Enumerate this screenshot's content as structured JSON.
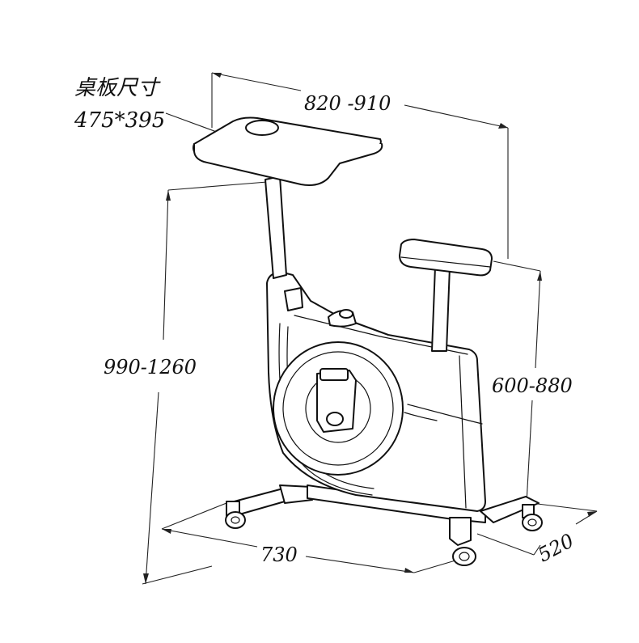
{
  "annotations": {
    "tabletop_title": "桌板尺寸",
    "tabletop_size": "475*395",
    "overall_length": "820 -910",
    "overall_height": "990-1260",
    "seat_height": "600-880",
    "base_length": "730",
    "base_width": "520"
  },
  "colors": {
    "line": "#111111",
    "background": "#ffffff"
  }
}
